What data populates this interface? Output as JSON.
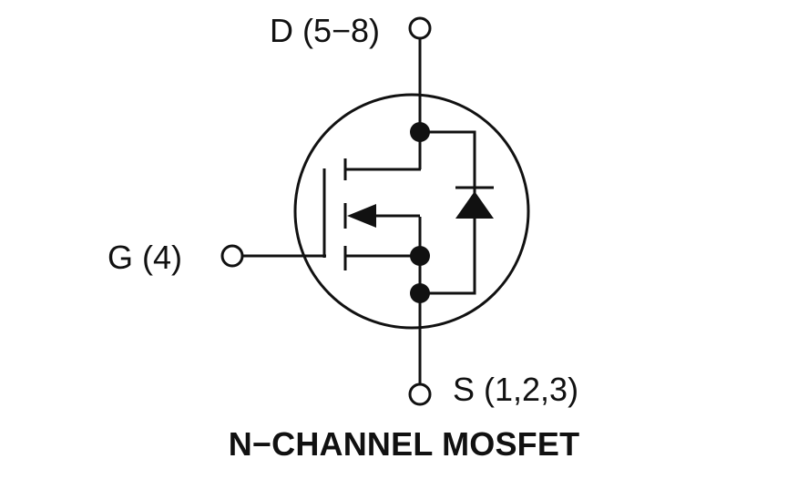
{
  "pins": {
    "drain": "D (5−8)",
    "gate": "G (4)",
    "source": "S (1,2,3)"
  },
  "title": "N−CHANNEL MOSFET"
}
